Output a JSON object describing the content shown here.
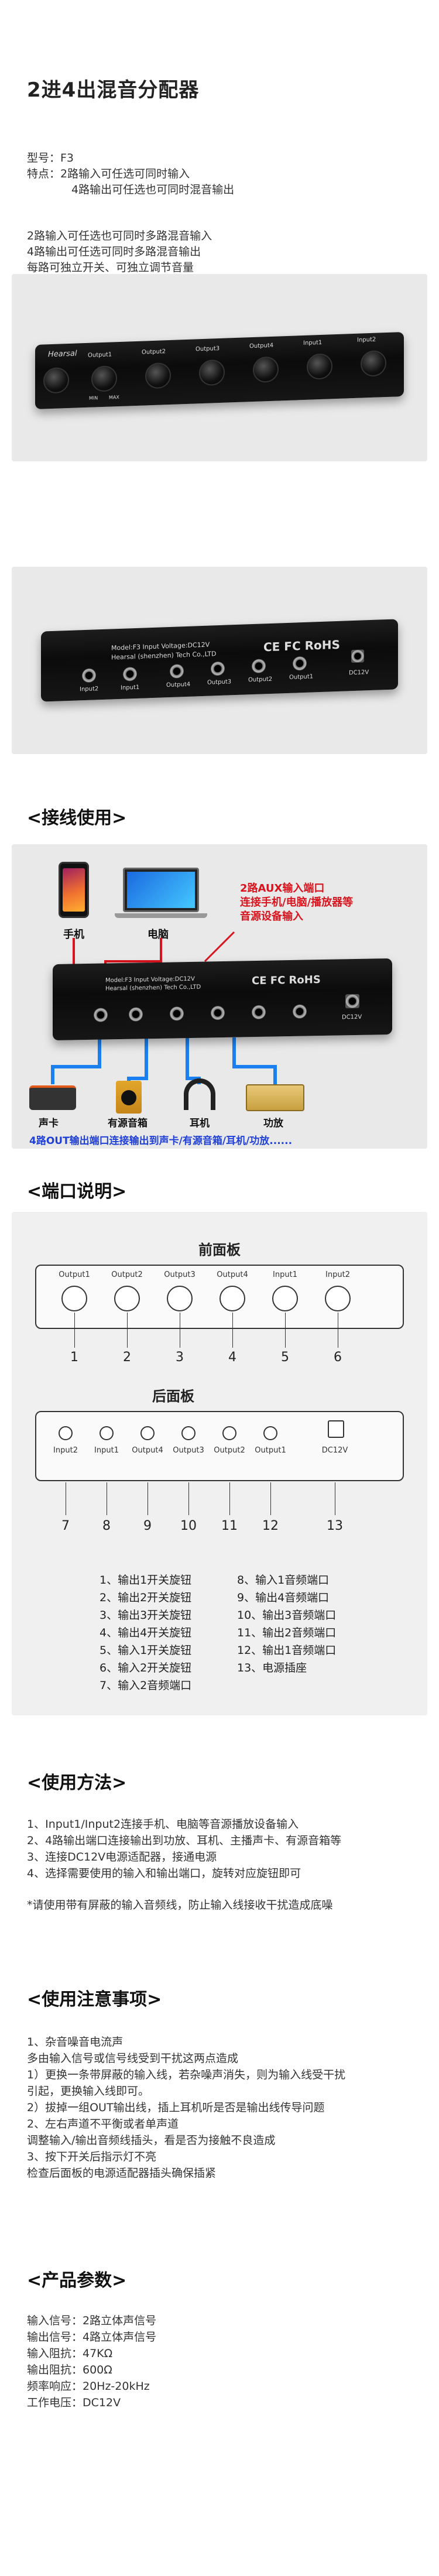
{
  "header": {
    "title": "2进4出混音分配器",
    "model_label": "型号：F3",
    "feature_label": "特点：",
    "feature_1": "2路输入可任选可同时输入",
    "feature_2": "4路输出可任选也可同时混音输出"
  },
  "features": [
    "2路输入可任选也可同时多路混音输入",
    "4路输出可任选可同时多路混音输出",
    "每路可独立开关、可独立调节音量"
  ],
  "front_device": {
    "brand": "Hearsal",
    "knob_labels": [
      "Output1",
      "Output2",
      "Output3",
      "Output4",
      "Input1",
      "Input2"
    ],
    "min_label": "MIN",
    "max_label": "MAX"
  },
  "rear_device": {
    "model_line": "Model:F3   Input Voltage:DC12V",
    "maker_line": "Hearsal (shenzhen) Tech Co.,LTD",
    "cert": "CE FC RoHS",
    "jack_labels": [
      "Input2",
      "Input1",
      "Output4",
      "Output3",
      "Output2",
      "Output1"
    ],
    "dc_label": "DC12V"
  },
  "wiring": {
    "heading": "<接线使用>",
    "phone_label": "手机",
    "pc_label": "电脑",
    "red_note_1": "2路AUX输入端口",
    "red_note_2": "连接手机/电脑/播放器等",
    "red_note_3": "音源设备输入",
    "out_labels": [
      "声卡",
      "有源音箱",
      "耳机",
      "功放"
    ],
    "blue_note": "4路OUT输出端口连接输出到声卡/有源音箱/耳机/功放......"
  },
  "ports": {
    "heading": "<端口说明>",
    "front_title": "前面板",
    "back_title": "后面板",
    "front_labels": [
      "Output1",
      "Output2",
      "Output3",
      "Output4",
      "Input1",
      "Input2"
    ],
    "front_nums": [
      "1",
      "2",
      "3",
      "4",
      "5",
      "6"
    ],
    "back_labels": [
      "Input2",
      "Input1",
      "Output4",
      "Output3",
      "Output2",
      "Output1",
      "DC12V"
    ],
    "back_nums": [
      "7",
      "8",
      "9",
      "10",
      "11",
      "12",
      "13"
    ],
    "legend_left": [
      "1、输出1开关旋钮",
      "2、输出2开关旋钮",
      "3、输出3开关旋钮",
      "4、输出4开关旋钮",
      "5、输入1开关旋钮",
      "6、输入2开关旋钮",
      "7、输入2音频端口"
    ],
    "legend_right": [
      "8、输入1音频端口",
      "9、输出4音频端口",
      "10、输出3音频端口",
      "11、输出2音频端口",
      "12、输出1音频端口",
      "13、电源插座"
    ]
  },
  "usage": {
    "heading": "<使用方法>",
    "lines": [
      "1、Input1/Input2连接手机、电脑等音源播放设备输入",
      "2、4路输出端口连接输出到功放、耳机、主播声卡、有源音箱等",
      "3、连接DC12V电源适配器，接通电源",
      "4、选择需要使用的输入和输出端口，旋转对应旋钮即可"
    ],
    "note": "*请使用带有屏蔽的输入音频线，防止输入线接收干扰造成底噪"
  },
  "caution": {
    "heading": "<使用注意事项>",
    "lines": [
      "1、杂音噪音电流声",
      "多由输入信号或信号线受到干扰这两点造成",
      "1）更换一条带屏蔽的输入线，若杂噪声消失，则为输入线受干扰",
      "引起，更换输入线即可。",
      "2）拔掉一组OUT输出线，插上耳机听是否是输出线传导问题",
      "2、左右声道不平衡或者单声道",
      "调整输入/输出音频线插头，看是否为接触不良造成",
      "3、按下开关后指示灯不亮",
      "检查后面板的电源适配器插头确保插紧"
    ]
  },
  "params": {
    "heading": "<产品参数>",
    "lines": [
      "输入信号：2路立体声信号",
      "输出信号：4路立体声信号",
      "输入阻抗：47KΩ",
      "输出阻抗：600Ω",
      "频率响应：20Hz-20kHz",
      "工作电压：DC12V"
    ]
  },
  "colors": {
    "red_accent": "#d8141e",
    "blue_accent": "#2040d8",
    "band_gray": "#e9e9e9"
  }
}
